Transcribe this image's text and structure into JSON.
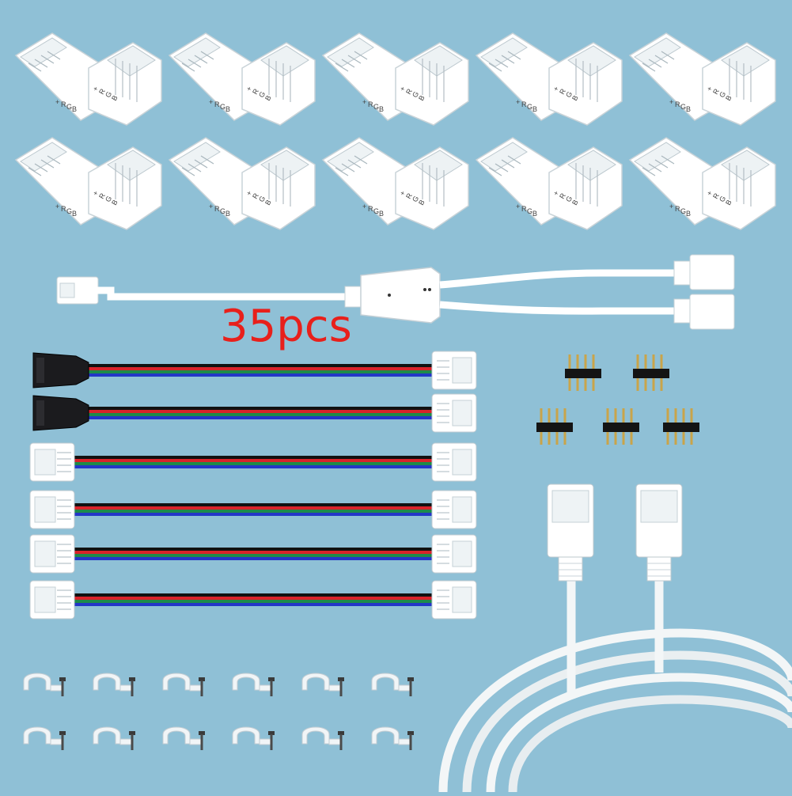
{
  "product": {
    "quantity_label": "35pcs",
    "background_color": "#8fc0d6",
    "label_color": "#e8201b",
    "connector_color": "#ffffff",
    "wire_colors": [
      "#d8232a",
      "#1e8a4a",
      "#2336c8",
      "#111111"
    ]
  },
  "items": {
    "l_connectors": {
      "rows": 2,
      "per_row": 5,
      "pin_marks": [
        "+",
        "R",
        "G",
        "B"
      ]
    },
    "y_splitter_cable": {
      "count": 1
    },
    "pigtail_cables": {
      "female_to_clip": 2,
      "clip_to_clip": 4
    },
    "pin_headers": {
      "count": 5,
      "pins_each": 4
    },
    "mounting_clips": {
      "rows": 2,
      "per_row": 6
    },
    "extension_cable": {
      "count": 1
    }
  }
}
